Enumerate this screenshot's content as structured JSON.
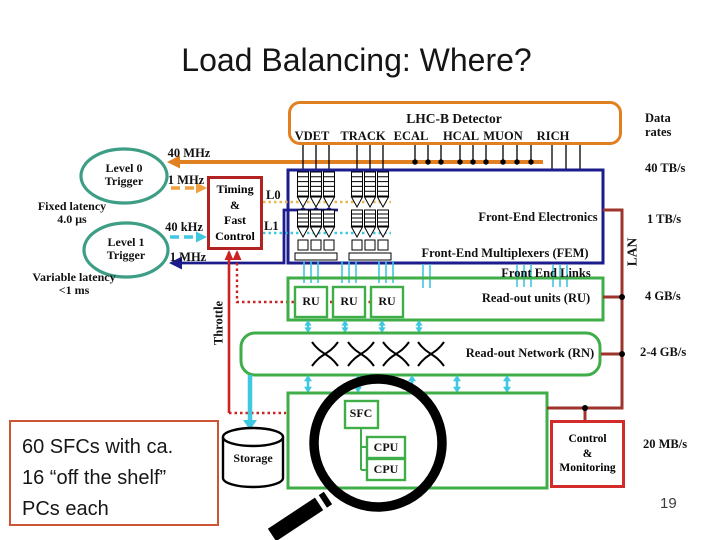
{
  "title": "Load Balancing: Where?",
  "page_number": "19",
  "detector": {
    "title": "LHC-B Detector",
    "subdetectors": [
      "VDET",
      "TRACK",
      "ECAL",
      "HCAL",
      "MUON",
      "RICH"
    ]
  },
  "data_rates": {
    "heading_line1": "Data",
    "heading_line2": "rates",
    "rate_40tb": "40 TB/s",
    "rate_1tb": "1 TB/s",
    "rate_4gb": "4 GB/s",
    "rate_24gb": "2-4 GB/s",
    "rate_20mb": "20 MB/s"
  },
  "triggers": {
    "level0_line1": "Level 0",
    "level0_line2": "Trigger",
    "level1_line1": "Level 1",
    "level1_line2": "Trigger",
    "fixed_latency_line1": "Fixed latency",
    "fixed_latency_line2": "4.0 μs",
    "variable_latency_line1": "Variable latency",
    "variable_latency_line2": "<1 ms"
  },
  "frequencies": {
    "f40mhz": "40 MHz",
    "f1mhz_l0": "1 MHz",
    "f40khz": "40 kHz",
    "f1mhz_l1": "1 MHz"
  },
  "timing_box": {
    "line1": "Timing",
    "line2": "&",
    "line3": "Fast",
    "line4": "Control",
    "l0": "L0",
    "l1": "L1"
  },
  "frontend": {
    "electronics": "Front-End Electronics",
    "multiplexers": "Front-End Multiplexers (FEM)",
    "links": "Front End Links"
  },
  "readout": {
    "units_label": "Read-out units (RU)",
    "ru_label": "RU",
    "network_label": "Read-out Network (RN)",
    "throttle": "Throttle"
  },
  "lan_label": "LAN",
  "farm": {
    "sfc": "SFC",
    "cpu": "CPU",
    "storage": "Storage",
    "control_line1": "Control",
    "control_line2": "&",
    "control_line3": "Monitoring"
  },
  "note": {
    "line1": "60 SFCs with ca.",
    "line2": "16 “off the shelf”",
    "line3": "PCs each"
  },
  "colors": {
    "orange": "#e08020",
    "gold_dash": "#e6b84f",
    "light_orange_dash": "#f0a040",
    "navy": "#1c1c8c",
    "bright_red": "#cc2222",
    "dark_red_lan": "#9e342c",
    "green": "#3fae49",
    "cyan": "#3fc8e0",
    "teal": "#3d9e85"
  }
}
